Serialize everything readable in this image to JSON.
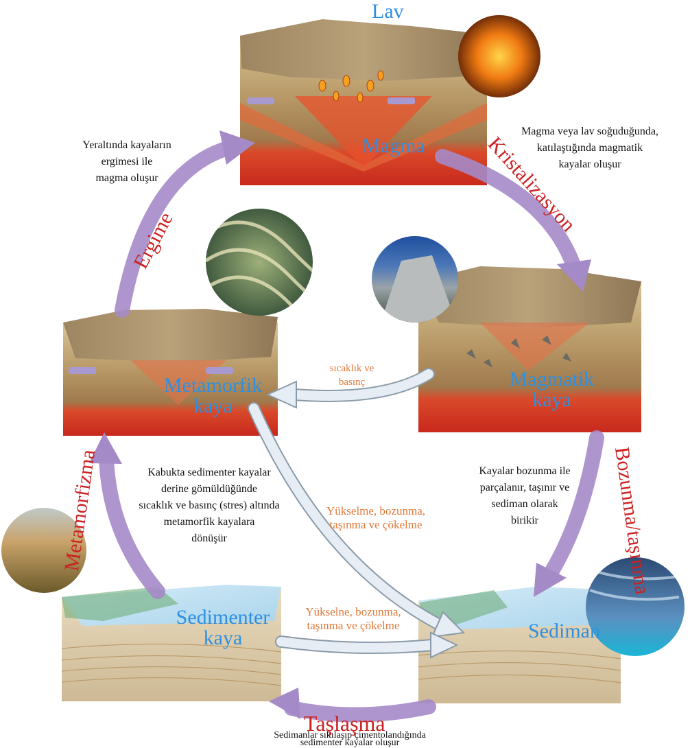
{
  "stages": {
    "lav": "Lav",
    "magma": "Magma",
    "magmatik_kaya": [
      "Magmatik",
      "kaya"
    ],
    "metamorfik_kaya": [
      "Metamorfik",
      "kaya"
    ],
    "sedimenter_kaya": [
      "Sedimenter",
      "kaya"
    ],
    "sediman": "Sediman"
  },
  "processes": {
    "ergime": "Ergime",
    "kristalizasyon": "Kristalizasyon",
    "bozunma_tasinma": "Bozunma/taşınma",
    "taslasma": "Taşlaşma",
    "metamorfizma": "Metamorfizma"
  },
  "arrow_labels": {
    "sicaklik_basinc": [
      "sıcaklık ve",
      "basınç"
    ],
    "yukselme_center": [
      "Yükselme, bozunma,",
      "taşınma ve çökelme"
    ],
    "yukselme_bottom": [
      "Yükselne, bozunma,",
      "taşınma ve çökelme"
    ]
  },
  "notes": {
    "ergime": [
      "Yeraltında kayaların",
      "ergimesi ile",
      "magma oluşur"
    ],
    "kristalizasyon": [
      "Magma veya lav soğuduğunda,",
      "katılaştığında magmatik",
      "kayalar oluşur"
    ],
    "metamorfizma": [
      "Kabukta sedimenter kayalar",
      "derine gömüldüğünde",
      "sıcaklık ve basınç (stres) altında",
      "metamorfik kayalara",
      "dönüşür"
    ],
    "bozunma": [
      "Kayalar bozunma ile",
      "parçalanır, taşınır ve",
      "sediman olarak",
      "birikir"
    ],
    "taslasma": [
      "Sedimanlar sıkılaşıp çimentolandığında",
      "sedimenter kayalar oluşur"
    ]
  },
  "colors": {
    "stage_label": "#2f8fe0",
    "process_label": "#cc2222",
    "arrow_note": "#e07a3a",
    "purple_arrow": "#a58ac8",
    "pale_arrow": "#dfe7f0"
  }
}
